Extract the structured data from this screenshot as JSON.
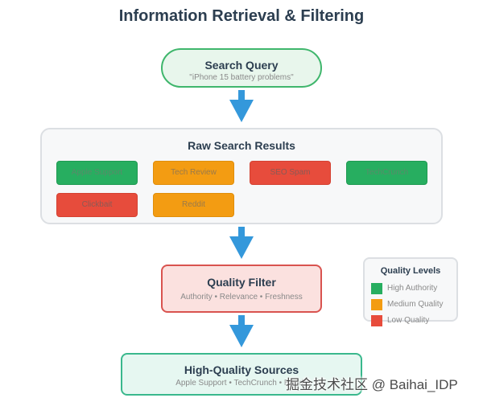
{
  "title": "Information Retrieval & Filtering",
  "query": {
    "label": "Search Query",
    "text": "\"iPhone 15 battery problems\""
  },
  "raw_results": {
    "label": "Raw Search Results",
    "items": [
      {
        "label": "Apple Support",
        "quality": "high"
      },
      {
        "label": "Tech Review",
        "quality": "medium"
      },
      {
        "label": "SEO Spam",
        "quality": "low"
      },
      {
        "label": "TechCrunch",
        "quality": "high"
      },
      {
        "label": "Clickbait",
        "quality": "low"
      },
      {
        "label": "Reddit",
        "quality": "medium"
      }
    ]
  },
  "quality_filter": {
    "label": "Quality Filter",
    "criteria": "Authority • Relevance • Freshness"
  },
  "legend": {
    "title": "Quality Levels",
    "items": [
      {
        "label": "High Authority",
        "color": "#27ae60"
      },
      {
        "label": "Medium Quality",
        "color": "#f39c12"
      },
      {
        "label": "Low Quality",
        "color": "#e74c3c"
      }
    ]
  },
  "output": {
    "label": "High-Quality Sources",
    "sources": "Apple Support • TechCrunch • Reddit"
  },
  "watermark": "掘金技术社区 @ Baihai_IDP",
  "colors": {
    "arrow": "#3498db",
    "high": "#27ae60",
    "medium": "#f39c12",
    "low": "#e74c3c"
  }
}
